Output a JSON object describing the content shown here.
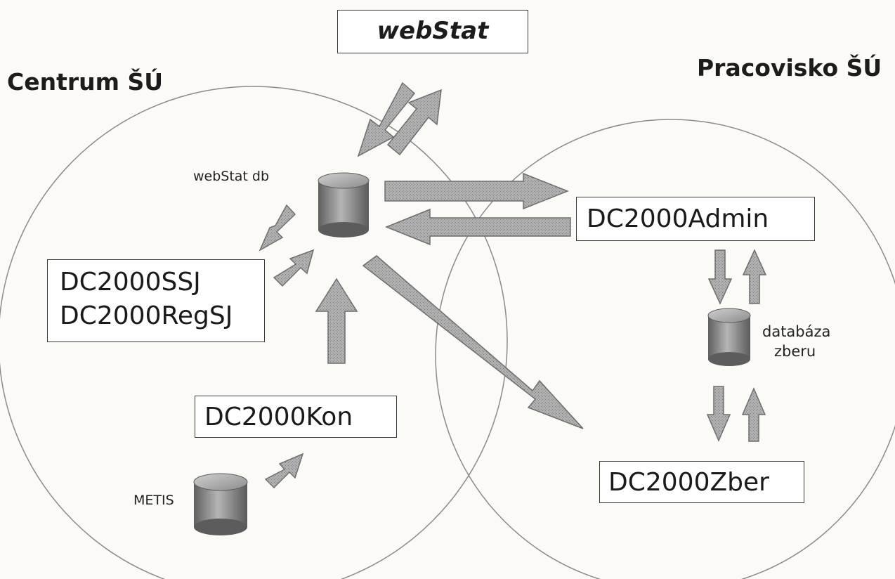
{
  "top_box": {
    "label": "webStat"
  },
  "regions": {
    "left_title": "Centrum ŠÚ",
    "right_title": "Pracovisko ŠÚ"
  },
  "systems": {
    "ssj": "DC2000SSJ",
    "regsj": "DC2000RegSJ",
    "kon": "DC2000Kon",
    "admin": "DC2000Admin",
    "zber": "DC2000Zber"
  },
  "databases": {
    "webstat_db": "webStat db",
    "metis": "METIS",
    "collection_line1": "databáza",
    "collection_line2": "zberu"
  },
  "colors": {
    "circle_stroke": "#7a7a7a",
    "arrow_fill": "#a9a9a9",
    "db_fill": "#8a8a8a"
  }
}
